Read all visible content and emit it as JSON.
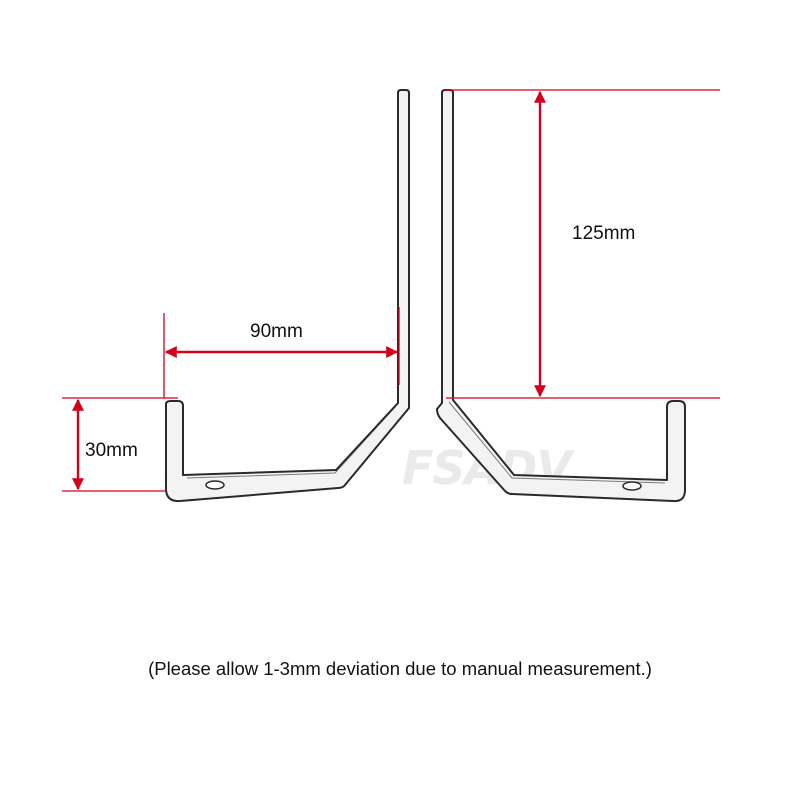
{
  "dimensions": {
    "width_label": "90mm",
    "height_label": "30mm",
    "length_label": "125mm"
  },
  "watermark": {
    "text": "FSADV"
  },
  "note": "(Please allow 1-3mm deviation due to manual measurement.)",
  "colors": {
    "dimension": "#d4001a",
    "outline": "#2a2a2a",
    "fill": "#f3f3f3",
    "text": "#111111"
  }
}
